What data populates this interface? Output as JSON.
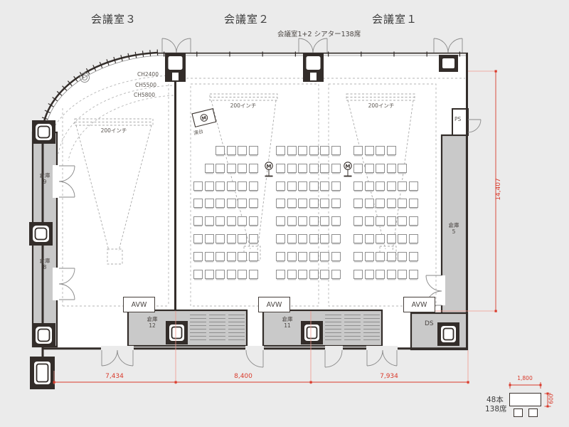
{
  "header": {
    "room3_title": "会議室３",
    "room2_title": "会議室２",
    "room1_title": "会議室１",
    "combined_note": "会議室1+2 シアター138席"
  },
  "ceiling_heights": {
    "ch1": "CH2400",
    "ch2": "CH5500",
    "ch3": "CH5800"
  },
  "screens": {
    "room3": "200インチ",
    "room2": "200インチ",
    "room1": "200インチ"
  },
  "stage_items": {
    "lectern_label": "演台",
    "mic_symbol": "M"
  },
  "storage": {
    "s9": {
      "label": "倉庫",
      "number": "9"
    },
    "s8": {
      "label": "倉庫",
      "number": "8"
    },
    "s5": {
      "label": "倉庫",
      "number": "5"
    },
    "s12": {
      "label": "倉庫",
      "number": "12"
    },
    "s11": {
      "label": "倉庫",
      "number": "11"
    }
  },
  "service": {
    "ps": "PS",
    "ds": "DS",
    "avw_left": "AVW",
    "avw_mid": "AVW",
    "avw_right": "AVW"
  },
  "dimensions": {
    "bottom_left": "7,434",
    "bottom_mid": "8,400",
    "bottom_right": "7,934",
    "right_height": "14,407",
    "legend_width": "1,800",
    "legend_depth": "600"
  },
  "legend": {
    "tables": "48本",
    "seats": "138席"
  },
  "colors": {
    "dimension_red": "#d93a2b",
    "wall_dark": "#332d2a",
    "storage_gray": "#c9c9c9",
    "floor_white": "#ffffff"
  },
  "seating": {
    "rows": 8,
    "total_seats": 138,
    "blocks": [
      {
        "name": "room2-left",
        "rows": [
          "001111",
          "011111",
          "111111",
          "111111",
          "111111",
          "111111",
          "111111",
          "111111"
        ]
      },
      {
        "name": "center",
        "rows": [
          "111111",
          "111111",
          "111111",
          "111111",
          "111111",
          "111111",
          "111111",
          "111111"
        ]
      },
      {
        "name": "room1-right",
        "rows": [
          "111100",
          "111110",
          "111111",
          "111111",
          "111111",
          "111111",
          "111111",
          "111111"
        ]
      }
    ]
  }
}
